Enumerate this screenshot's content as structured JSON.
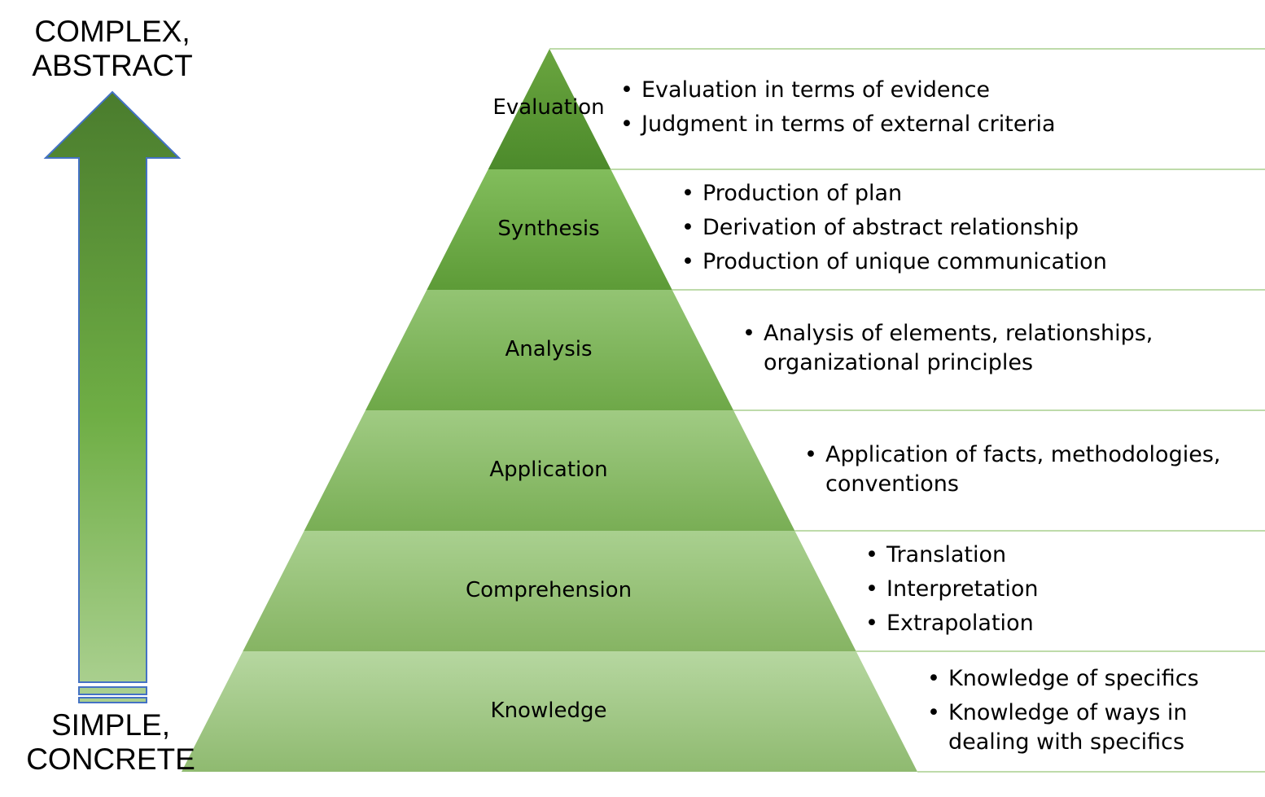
{
  "axis": {
    "top_label": [
      "COMPLEX,",
      "ABSTRACT"
    ],
    "bottom_label": [
      "SIMPLE,",
      "CONCRETE"
    ],
    "direction": "arrow-up"
  },
  "colors": {
    "arrow_top": "#4a7c2d",
    "arrow_mid": "#6fae45",
    "arrow_bottom": "#a9cf8e",
    "arrow_outline": "#4472c4",
    "separator": "#a8cf8e"
  },
  "levels": [
    {
      "name": "Evaluation",
      "items": [
        "Evaluation in terms of evidence",
        "Judgment in terms of external criteria"
      ],
      "color_top": "#6aa53f",
      "color_bottom": "#4c8a2b"
    },
    {
      "name": "Synthesis",
      "items": [
        "Production of plan",
        "Derivation of abstract relationship",
        "Production of unique communication"
      ],
      "color_top": "#82bd5c",
      "color_bottom": "#5d9b37"
    },
    {
      "name": "Analysis",
      "items": [
        "Analysis of elements, relationships, organizational principles"
      ],
      "color_top": "#93c473",
      "color_bottom": "#6ea848"
    },
    {
      "name": "Application",
      "items": [
        "Application of facts, methodologies, conventions"
      ],
      "color_top": "#a0cb83",
      "color_bottom": "#79ae55"
    },
    {
      "name": "Comprehension",
      "items": [
        "Translation",
        "Interpretation",
        "Extrapolation"
      ],
      "color_top": "#a9d08f",
      "color_bottom": "#86b463"
    },
    {
      "name": "Knowledge",
      "items": [
        "Knowledge of specifics",
        "Knowledge of ways in dealing with specifics"
      ],
      "color_top": "#b6d7a0",
      "color_bottom": "#8fba70"
    }
  ]
}
